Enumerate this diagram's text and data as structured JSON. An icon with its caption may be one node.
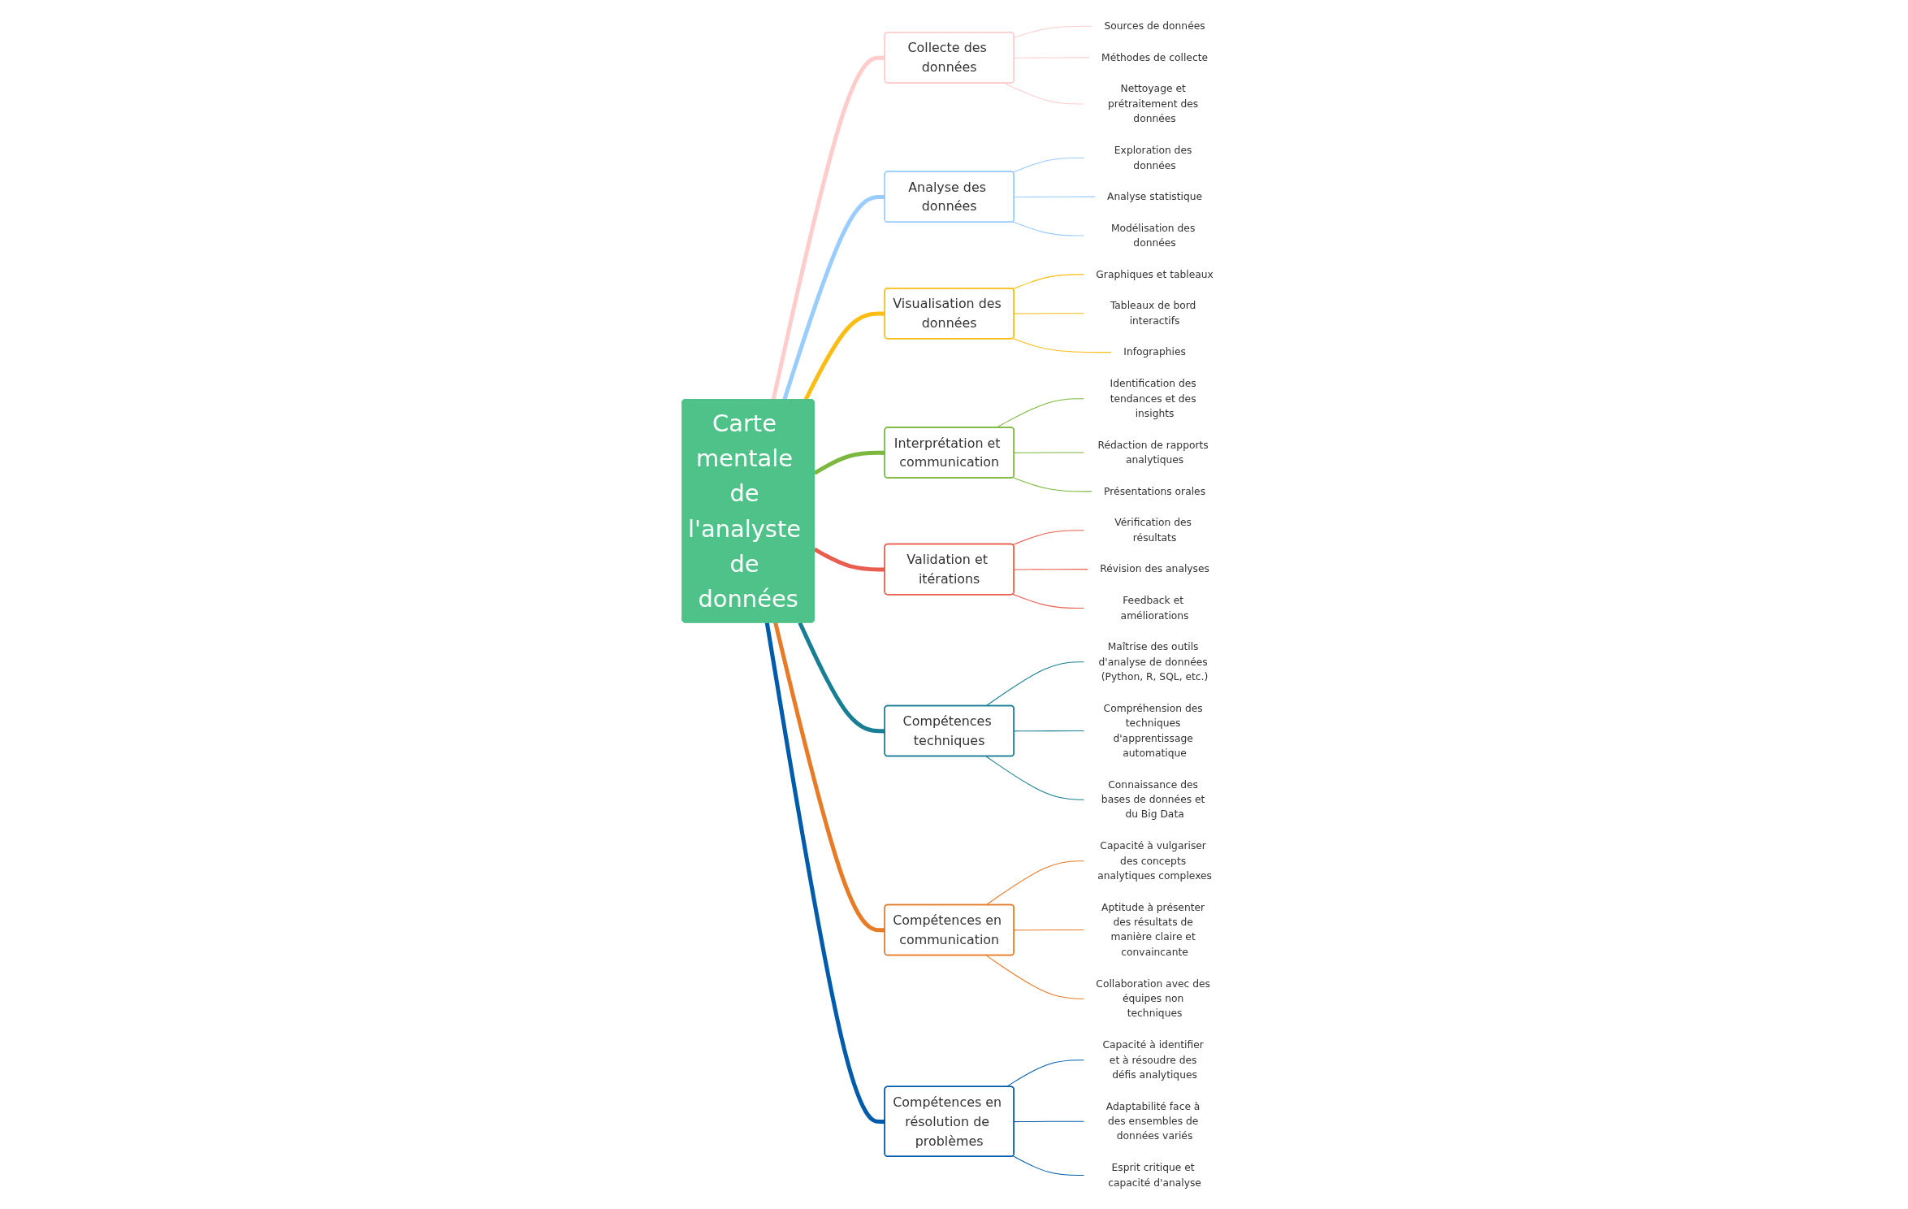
{
  "diagram": {
    "nodes": [
      {
        "text": [
          "Carte mentale de l'analyste de données"
        ]
      },
      {
        "text": [
          "Collecte des données"
        ]
      },
      {
        "text": [
          "Sources de données"
        ]
      },
      {
        "text": [
          "Méthodes de collecte"
        ]
      },
      {
        "text": [
          "Nettoyage et prétraitement des données"
        ]
      },
      {
        "text": [
          "Analyse des données"
        ]
      },
      {
        "text": [
          "Exploration des données"
        ]
      },
      {
        "text": [
          "Analyse statistique"
        ]
      },
      {
        "text": [
          "Modélisation des données"
        ]
      },
      {
        "text": [
          "Visualisation des données"
        ]
      },
      {
        "text": [
          "Graphiques et tableaux"
        ]
      },
      {
        "text": [
          "Tableaux de bord interactifs"
        ]
      },
      {
        "text": [
          "Infographies"
        ]
      },
      {
        "text": [
          "Interprétation et communication"
        ]
      },
      {
        "text": [
          "Identification des tendances et des insights"
        ]
      },
      {
        "text": [
          "Rédaction de rapports analytiques"
        ]
      },
      {
        "text": [
          "Présentations orales"
        ]
      },
      {
        "text": [
          "Validation et itérations"
        ]
      },
      {
        "text": [
          "Vérification des résultats"
        ]
      },
      {
        "text": [
          "Révision des analyses"
        ]
      },
      {
        "text": [
          "Feedback et améliorations"
        ]
      },
      {
        "text": [
          "Compétences techniques"
        ]
      },
      {
        "text": [
          "Maîtrise des outils d'analyse de données (Python, R, SQL, etc.)"
        ]
      },
      {
        "text": [
          "Compréhension des techniques d'apprentissage automatique"
        ]
      },
      {
        "text": [
          "Connaissance des bases de données et du Big Data"
        ]
      },
      {
        "text": [
          "Compétences en communication"
        ]
      },
      {
        "text": [
          "Capacité à vulgariser des concepts analytiques complexes"
        ]
      },
      {
        "text": [
          "Aptitude à présenter des résultats de manière claire et convaincante"
        ]
      },
      {
        "text": [
          "Collaboration avec des équipes non techniques"
        ]
      },
      {
        "text": [
          "Compétences en résolution de problèmes"
        ]
      },
      {
        "text": [
          "Capacité à identifier et à résoudre des défis analytiques"
        ]
      },
      {
        "text": [
          "Adaptabilité face à des ensembles de données variés"
        ]
      },
      {
        "text": [
          "Esprit critique et capacité d'analyse"
        ]
      }
    ],
    "edges": [
      {
        "from": 0,
        "to": 1,
        "arrow": "none",
        "style": "thick",
        "color": "#ffcccc"
      },
      {
        "from": 1,
        "to": 2,
        "arrow": "none",
        "color": "#ffcccc"
      },
      {
        "from": 1,
        "to": 3,
        "arrow": "none",
        "color": "#ffcccc"
      },
      {
        "from": 1,
        "to": 4,
        "arrow": "none",
        "color": "#ffcccc"
      },
      {
        "from": 0,
        "to": 5,
        "arrow": "none",
        "style": "thick",
        "color": "#99ccff"
      },
      {
        "from": 5,
        "to": 6,
        "arrow": "none",
        "color": "#99ccff"
      },
      {
        "from": 5,
        "to": 7,
        "arrow": "none",
        "color": "#99ccff"
      },
      {
        "from": 5,
        "to": 8,
        "arrow": "none",
        "color": "#99ccff"
      },
      {
        "from": 0,
        "to": 9,
        "arrow": "none",
        "style": "thick",
        "color": "#fbbc14"
      },
      {
        "from": 9,
        "to": 10,
        "arrow": "none",
        "color": "#fbbc14"
      },
      {
        "from": 9,
        "to": 11,
        "arrow": "none",
        "color": "#fbbc14"
      },
      {
        "from": 9,
        "to": 12,
        "arrow": "none",
        "color": "#fbbc14"
      },
      {
        "from": 0,
        "to": 13,
        "arrow": "none",
        "style": "thick",
        "color": "#7cb83e"
      },
      {
        "from": 13,
        "to": 14,
        "arrow": "none",
        "color": "#7cb83e"
      },
      {
        "from": 13,
        "to": 15,
        "arrow": "none",
        "color": "#7cb83e"
      },
      {
        "from": 13,
        "to": 16,
        "arrow": "none",
        "color": "#7cb83e"
      },
      {
        "from": 0,
        "to": 17,
        "arrow": "none",
        "style": "thick",
        "color": "#e85d4e"
      },
      {
        "from": 17,
        "to": 18,
        "arrow": "none",
        "color": "#e85d4e"
      },
      {
        "from": 17,
        "to": 19,
        "arrow": "none",
        "color": "#e85d4e"
      },
      {
        "from": 17,
        "to": 20,
        "arrow": "none",
        "color": "#e85d4e"
      },
      {
        "from": 0,
        "to": 21,
        "arrow": "none",
        "style": "thick",
        "color": "#177e94"
      },
      {
        "from": 21,
        "to": 22,
        "arrow": "none",
        "color": "#177e94"
      },
      {
        "from": 21,
        "to": 23,
        "arrow": "none",
        "color": "#177e94"
      },
      {
        "from": 21,
        "to": 24,
        "arrow": "none",
        "color": "#177e94"
      },
      {
        "from": 0,
        "to": 25,
        "arrow": "none",
        "style": "thick",
        "color": "#e77b27"
      },
      {
        "from": 25,
        "to": 26,
        "arrow": "none",
        "color": "#e77b27"
      },
      {
        "from": 25,
        "to": 27,
        "arrow": "none",
        "color": "#e77b27"
      },
      {
        "from": 25,
        "to": 28,
        "arrow": "none",
        "color": "#e77b27"
      },
      {
        "from": 0,
        "to": 29,
        "arrow": "none",
        "style": "thick",
        "color": "#005bab"
      },
      {
        "from": 29,
        "to": 30,
        "arrow": "none",
        "color": "#005bab"
      },
      {
        "from": 29,
        "to": 31,
        "arrow": "none",
        "color": "#005bab"
      },
      {
        "from": 29,
        "to": 32,
        "arrow": "none",
        "color": "#005bab"
      }
    ]
  }
}
